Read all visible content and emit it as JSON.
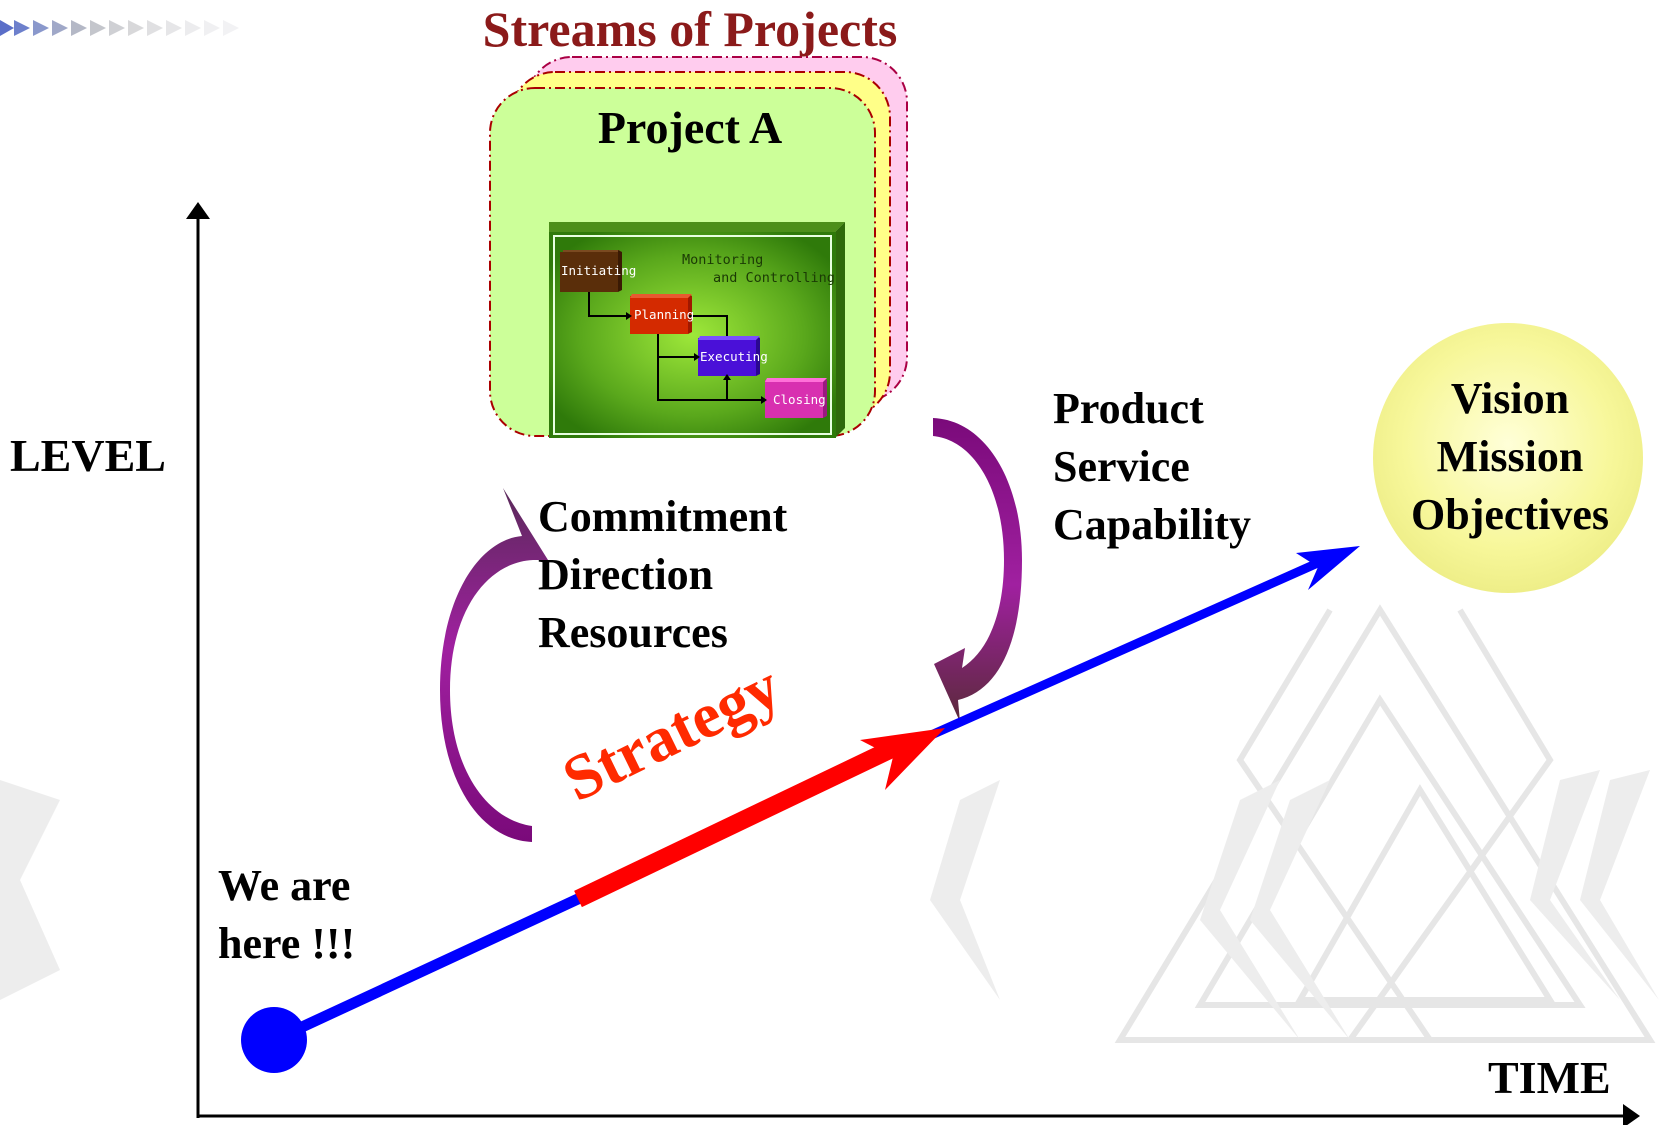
{
  "title": "Streams of Projects",
  "project": {
    "title": "Project A",
    "process_groups": [
      "Initiating",
      "Planning",
      "Executing",
      "Closing"
    ],
    "monitoring_label_line1": "Monitoring",
    "monitoring_label_line2": "and Controlling"
  },
  "axes": {
    "y_label": "LEVEL",
    "x_label": "TIME"
  },
  "commitment": [
    "Commitment",
    "Direction",
    "Resources"
  ],
  "product": [
    "Product",
    "Service",
    "Capability"
  ],
  "vision": [
    "Vision",
    "Mission",
    "Objectives"
  ],
  "start": [
    "We are",
    "here !!!"
  ],
  "strategy_label": "Strategy",
  "colors": {
    "title": "#8b1a1a",
    "path": "#0000ff",
    "strategy": "#ff0000",
    "curved_arrows": "#7a1a8a",
    "vision_circle": "#f7f7a0",
    "project_card": "#ccff99"
  }
}
